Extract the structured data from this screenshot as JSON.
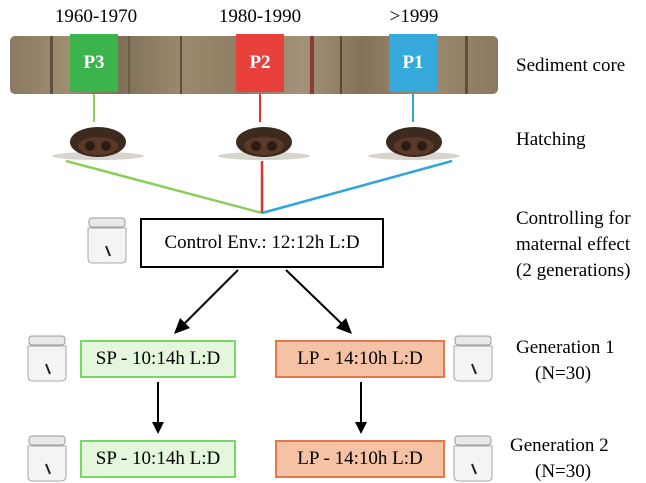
{
  "periods": [
    "1960-1970",
    "1980-1990",
    ">1999"
  ],
  "samples": [
    {
      "label": "P3",
      "color": "#3cb44b"
    },
    {
      "label": "P2",
      "color": "#e8403a"
    },
    {
      "label": "P1",
      "color": "#35a8dc"
    }
  ],
  "labels": {
    "sediment": "Sediment core",
    "hatching": "Hatching",
    "controlling": [
      "Controlling for",
      "maternal effect",
      "(2 generations)"
    ],
    "gen1": [
      "Generation 1",
      "(N=30)"
    ],
    "gen2": [
      "Generation 2",
      "(N=30)"
    ]
  },
  "control_box": "Control Env.: 12:12h L:D",
  "treatments": {
    "sp": "SP - 10:14h L:D",
    "lp": "LP - 14:10h L:D"
  },
  "colors": {
    "green_fill": "#e4f7dd",
    "green_border": "#7cd567",
    "orange_fill": "#f5c2a6",
    "orange_border": "#e07948"
  }
}
